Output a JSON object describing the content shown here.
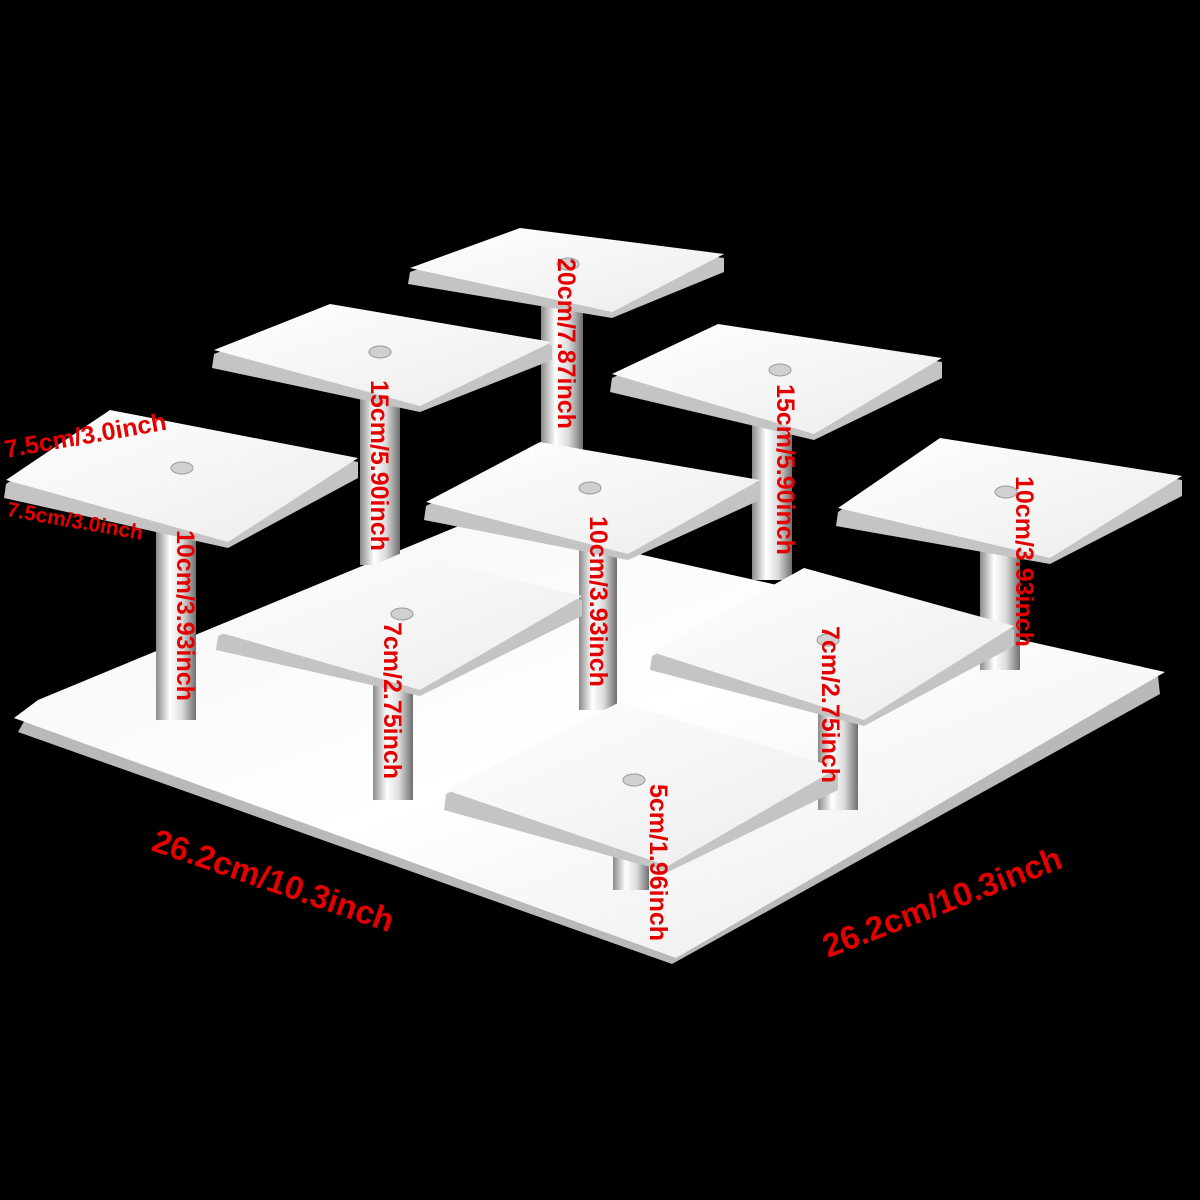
{
  "colors": {
    "background": "#000000",
    "acrylic": "#ffffff",
    "label": "#e50000"
  },
  "labels": {
    "top_width": "7.5cm/3.0inch",
    "top_depth": "7.5cm/3.0inch",
    "base_left": "26.2cm/10.3inch",
    "base_right": "26.2cm/10.3inch",
    "rod_20cm": "20cm/7.87inch",
    "rod_15cm_left": "15cm/5.90inch",
    "rod_15cm_right": "15cm/5.90inch",
    "rod_10cm_left": "10cm/3.93inch",
    "rod_10cm_center": "10cm/3.93inch",
    "rod_10cm_right": "10cm/3.93inch",
    "rod_7cm_left": "7cm/2.75inch",
    "rod_7cm_right": "7cm/2.75inch",
    "rod_5cm": "5cm/1.96inch"
  }
}
